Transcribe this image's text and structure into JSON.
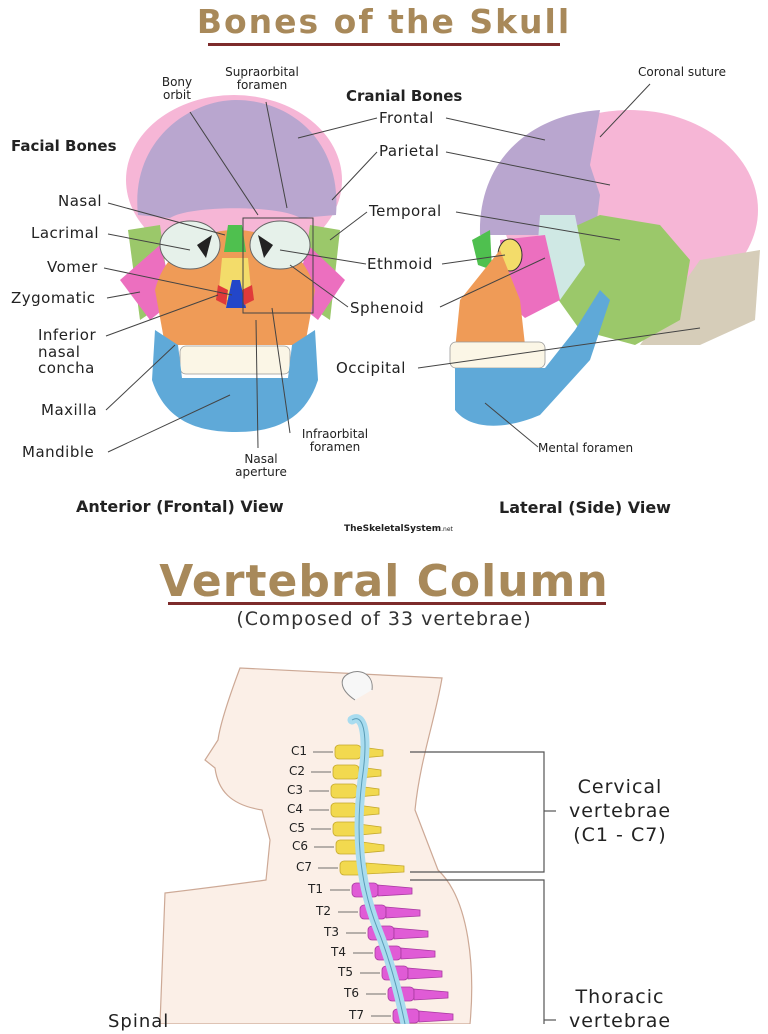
{
  "skull": {
    "title": "Bones of the Skull",
    "facial_heading": "Facial Bones",
    "cranial_heading": "Cranial Bones",
    "facial_labels": [
      "Nasal",
      "Lacrimal",
      "Vomer",
      "Zygomatic",
      "Inferior nasal concha",
      "Maxilla",
      "Mandible"
    ],
    "cranial_labels": [
      "Frontal",
      "Parietal",
      "Temporal",
      "Ethmoid",
      "Sphenoid",
      "Occipital"
    ],
    "top_labels": {
      "bony_orbit": "Bony orbit",
      "supraorbital": "Supraorbital foramen",
      "coronal": "Coronal suture"
    },
    "bottom_labels": {
      "nasal_aperture": "Nasal aperture",
      "infraorbital": "Infraorbital foramen",
      "mental": "Mental foramen"
    },
    "views": {
      "anterior": "Anterior (Frontal) View",
      "lateral": "Lateral (Side) View"
    },
    "brand": "TheSkeletalSystem",
    "brand_suffix": ".net",
    "colors": {
      "frontal": "#b9a6cf",
      "parietal": "#f6b6d6",
      "temporal": "#9bc86a",
      "sphenoid": "#ec6fbf",
      "maxilla": "#ef9b57",
      "mandible": "#5fa9d8",
      "occipital": "#d6cdb9"
    }
  },
  "vertebral": {
    "title": "Vertebral Column",
    "subtitle": "(Composed of 33 vertebrae)",
    "cervical": [
      "C1",
      "C2",
      "C3",
      "C4",
      "C5",
      "C6",
      "C7"
    ],
    "thoracic": [
      "T1",
      "T2",
      "T3",
      "T4",
      "T5",
      "T6",
      "T7"
    ],
    "cervical_group": {
      "line1": "Cervical",
      "line2": "vertebrae",
      "line3": "(C1 - C7)"
    },
    "thoracic_group": {
      "line1": "Thoracic",
      "line2": "vertebrae"
    },
    "side_label": "Spinal",
    "colors": {
      "cervical": "#f2d94f",
      "thoracic": "#e05bd6",
      "cord": "#a9dcef"
    }
  }
}
